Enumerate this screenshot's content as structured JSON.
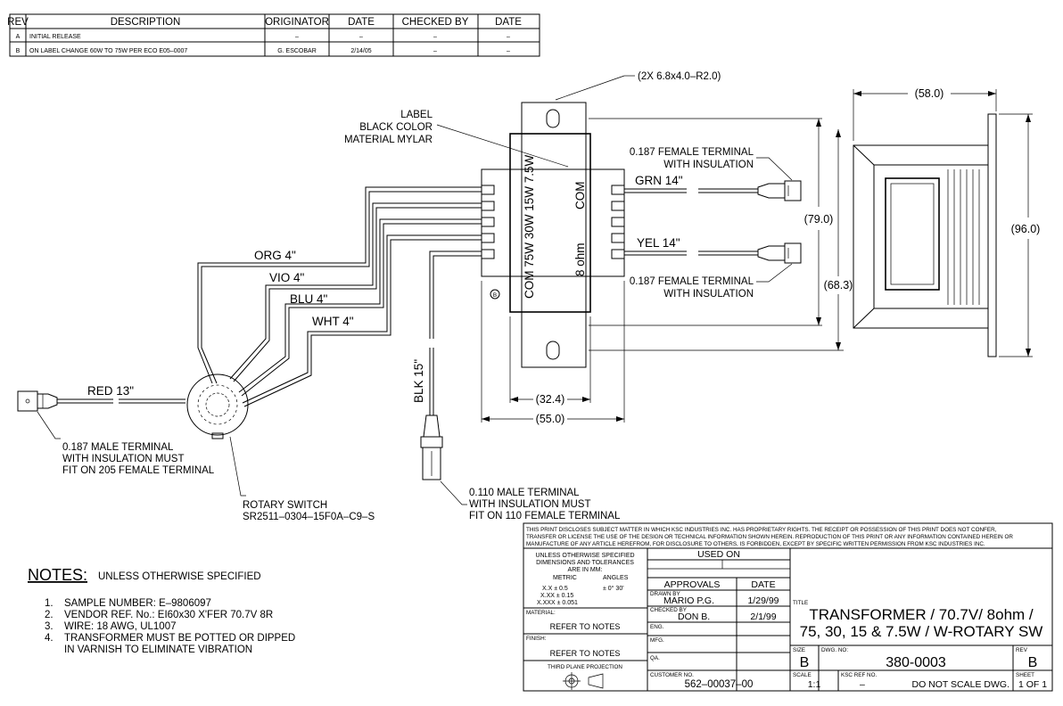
{
  "revision_table": {
    "headers": [
      "REV",
      "DESCRIPTION",
      "ORIGINATOR",
      "DATE",
      "CHECKED BY",
      "DATE"
    ],
    "rows": [
      [
        "A",
        "INITIAL RELEASE",
        "–",
        "–",
        "–",
        "–"
      ],
      [
        "B",
        "ON LABEL CHANGE 60W TO 75W PER ECO E05–0007",
        "G. ESCOBAR",
        "2/14/05",
        "–",
        "–"
      ]
    ]
  },
  "callouts": {
    "slot_dim": "(2X 6.8x4.0–R2.0)",
    "label_1": "LABEL",
    "label_2": "BLACK COLOR",
    "label_3": "MATERIAL MYLAR",
    "female_top_1": "0.187 FEMALE TERMINAL",
    "female_top_2": "WITH INSULATION",
    "female_bot_1": "0.187 FEMALE TERMINAL",
    "female_bot_2": "WITH INSULATION",
    "male_left_1": "0.187 MALE TERMINAL",
    "male_left_2": "WITH INSULATION MUST",
    "male_left_3": "FIT ON 205 FEMALE TERMINAL",
    "rotary_1": "ROTARY SWITCH",
    "rotary_2": "SR2511–0304–15F0A–C9–S",
    "male_bot_1": "0.110 MALE TERMINAL",
    "male_bot_2": "WITH INSULATION MUST",
    "male_bot_3": "FIT ON 110 FEMALE TERMINAL",
    "cert_mark": "B"
  },
  "wires": {
    "grn": "GRN 14\"",
    "yel": "YEL 14\"",
    "org": "ORG 4\"",
    "vio": "VIO 4\"",
    "blu": "BLU 4\"",
    "wht": "WHT 4\"",
    "red": "RED 13\"",
    "blk": "BLK 15\""
  },
  "transformer_label": {
    "taps_left": "COM 75W 30W 15W 7.5W",
    "com_right": "COM",
    "ohm": "8 ohm"
  },
  "dimensions": {
    "d58": "(58.0)",
    "d96": "(96.0)",
    "d79": "(79.0)",
    "d68": "(68.3)",
    "d32": "(32.4)",
    "d55": "(55.0)"
  },
  "notes": {
    "heading": "NOTES:",
    "subheading": "UNLESS OTHERWISE SPECIFIED",
    "items": [
      {
        "num": "1.",
        "text": "SAMPLE NUMBER: E–9806097"
      },
      {
        "num": "2.",
        "text": "VENDOR REF. No.: EI60x30 X'FER 70.7V 8R"
      },
      {
        "num": "3.",
        "text": "WIRE: 18 AWG, UL1007"
      },
      {
        "num": "4.",
        "text": "TRANSFORMER MUST BE POTTED OR DIPPED"
      },
      {
        "num": "",
        "text": "IN VARNISH TO ELIMINATE VIBRATION"
      }
    ]
  },
  "title_block": {
    "disclaimer": [
      "THIS PRINT DISCLOSES SUBJECT MATTER IN WHICH KSC INDUSTRIES INC. HAS PROPRIETARY RIGHTS. THE RECEIPT OR POSSESSION OF THIS PRINT DOES NOT CONFER,",
      "TRANSFER OR LICENSE THE USE OF THE DESIGN OR TECHNICAL INFORMATION SHOWN HEREIN. REPRODUCTION OF THIS PRINT OR ANY INFORMATION CONTAINED HEREIN OR",
      "MANUFACTURE OF ANY ARTICLE HEREFROM, FOR DISCLOSURE TO OTHERS, IS FORBIDDEN, EXCEPT BY SPECIFIC WRITTEN PERMISSION FROM KSC INDUSTRIES INC."
    ],
    "tol_1": "UNLESS OTHERWISE SPECIFIED",
    "tol_2": "DIMENSIONS AND TOLERANCES",
    "tol_3": "ARE IN MM:",
    "tol_metric": "METRIC",
    "tol_angles": "ANGLES",
    "tol_x": "X.X ±  0.5",
    "tol_xx": "X.XX ±  0.15",
    "tol_xxx": "X.XXX ±  0.051",
    "tol_ang": "± 0° 30'",
    "used_on": "USED ON",
    "approvals": "APPROVALS",
    "date": "DATE",
    "drawn_by_label": "DRAWN BY",
    "drawn_by": "MARIO P.G.",
    "drawn_date": "1/29/99",
    "checked_by_label": "CHECKED BY",
    "checked_by": "DON B.",
    "checked_date": "2/1/99",
    "eng": "ENG.",
    "mfg": "MFG.",
    "qa": "QA.",
    "material_label": "MATERIAL:",
    "material": "REFER TO NOTES",
    "finish_label": "FINISH:",
    "finish": "REFER TO NOTES",
    "projection": "THIRD PLANE PROJECTION",
    "customer_no_label": "CUSTOMER NO.",
    "customer_no": "562–00037–00",
    "title_label": "TITLE",
    "title_1": "TRANSFORMER / 70.7V/ 8ohm /",
    "title_2": "75, 30, 15 & 7.5W / W-ROTARY SW",
    "size_label": "SIZE",
    "size": "B",
    "dwg_no_label": "DWG. NO:",
    "dwg_no": "380-0003",
    "rev_label": "REV",
    "rev": "B",
    "scale_label": "SCALE",
    "scale": "1:1",
    "ksc_ref_label": "KSC REF NO.",
    "ksc_ref": "–",
    "do_not_scale": "DO NOT SCALE DWG.",
    "sheet_label": "SHEET",
    "sheet": "1 OF 1"
  }
}
